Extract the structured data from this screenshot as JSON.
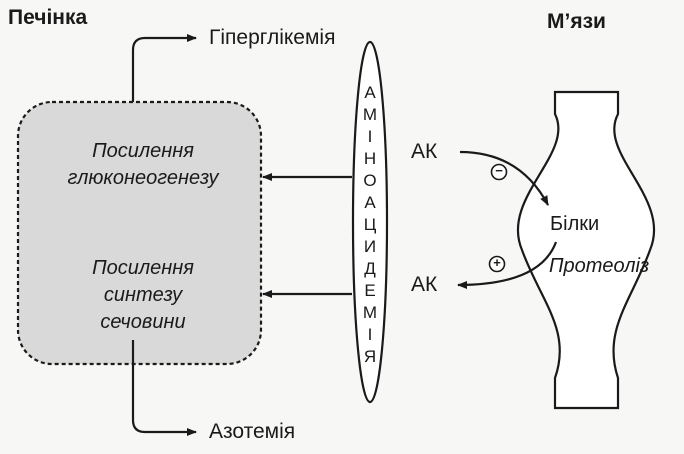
{
  "liver": {
    "title": "Печінка",
    "process1": [
      "Посилення",
      "глюконеогенезу"
    ],
    "process2": [
      "Посилення",
      "синтезу",
      "сечовини"
    ]
  },
  "muscle": {
    "title": "М’язи",
    "proteins": "Білки",
    "proteolysis": "Протеоліз"
  },
  "outcomes": {
    "top": "Гіперглікемія",
    "bottom": "Азотемія"
  },
  "blood": {
    "letters": [
      "А",
      "М",
      "І",
      "Н",
      "О",
      "А",
      "Ц",
      "И",
      "Д",
      "Е",
      "М",
      "І",
      "Я"
    ]
  },
  "amino_acids": {
    "top": "АК",
    "bottom": "АК",
    "inhibition_sign": "−",
    "activation_sign": "+"
  },
  "colors": {
    "liver_fill": "#d9d9d9",
    "stroke": "#1a1a1a",
    "background": "#f7f7f5"
  }
}
